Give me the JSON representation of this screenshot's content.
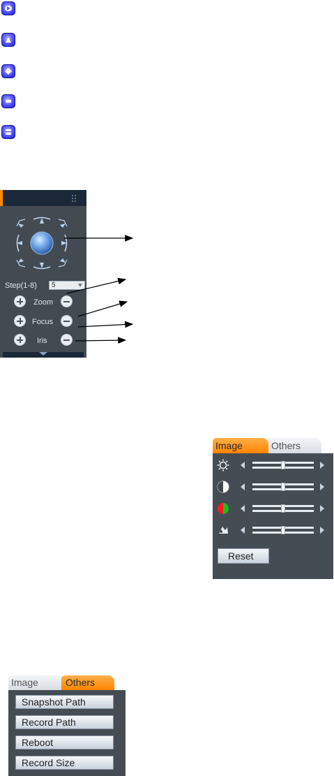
{
  "ptz": {
    "step_label": "Step(1-8)",
    "step_value": "5",
    "zoom_label": "Zoom",
    "focus_label": "Focus",
    "iris_label": "Iris"
  },
  "image_panel": {
    "tab_image": "Image",
    "tab_others": "Others",
    "active_tab": "Image",
    "sliders": [
      {
        "icon": "brightness-icon",
        "level": 0.5
      },
      {
        "icon": "contrast-icon",
        "level": 0.5
      },
      {
        "icon": "saturation-icon",
        "level": 0.5
      },
      {
        "icon": "hue-icon",
        "level": 0.5
      }
    ],
    "reset_label": "Reset"
  },
  "others_panel": {
    "tab_image": "Image",
    "tab_others": "Others",
    "active_tab": "Others",
    "buttons": [
      "Snapshot Path",
      "Record Path",
      "Reboot",
      "Record Size"
    ]
  },
  "colors": {
    "panel_bg": "#454c54",
    "header_bg": "#1b2838",
    "accent_orange": "#ff8a00",
    "icon_blue": "#5d5dff"
  }
}
